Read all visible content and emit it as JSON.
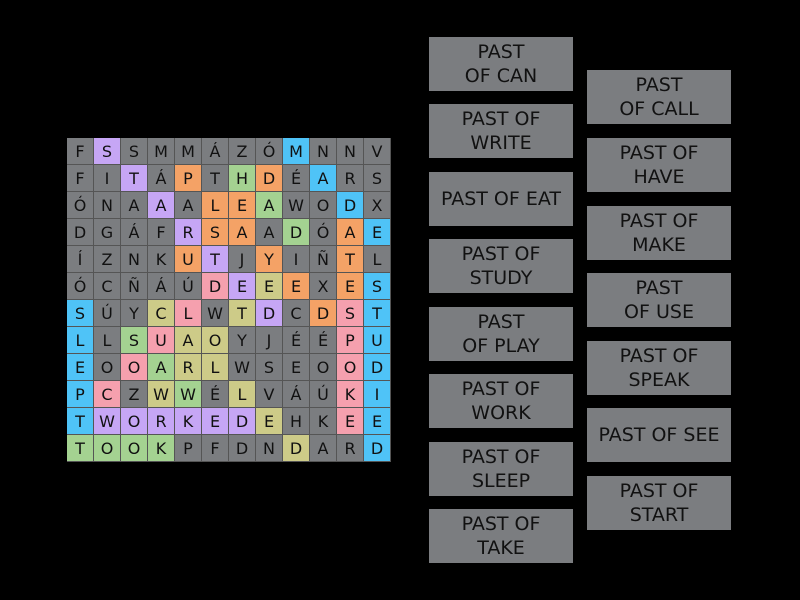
{
  "grid": {
    "rows": [
      [
        "F",
        "S",
        "S",
        "M",
        "M",
        "Á",
        "Z",
        "Ó",
        "M",
        "N",
        "N",
        "V"
      ],
      [
        "F",
        "I",
        "T",
        "Á",
        "P",
        "T",
        "H",
        "D",
        "É",
        "A",
        "R",
        "S"
      ],
      [
        "Ó",
        "N",
        "A",
        "A",
        "A",
        "L",
        "E",
        "A",
        "W",
        "O",
        "D",
        "X"
      ],
      [
        "D",
        "G",
        "Á",
        "F",
        "R",
        "S",
        "A",
        "A",
        "D",
        "Ó",
        "A",
        "E"
      ],
      [
        "Í",
        "Z",
        "N",
        "K",
        "U",
        "T",
        "J",
        "Y",
        "I",
        "Ñ",
        "T",
        "L"
      ],
      [
        "Ó",
        "C",
        "Ñ",
        "Á",
        "Ú",
        "D",
        "E",
        "E",
        "E",
        "X",
        "E",
        "S"
      ],
      [
        "S",
        "Ú",
        "Y",
        "C",
        "L",
        "W",
        "T",
        "D",
        "C",
        "D",
        "S",
        "T"
      ],
      [
        "L",
        "L",
        "S",
        "U",
        "A",
        "O",
        "Y",
        "J",
        "É",
        "É",
        "P",
        "U"
      ],
      [
        "E",
        "O",
        "O",
        "A",
        "R",
        "L",
        "W",
        "S",
        "E",
        "O",
        "O",
        "D"
      ],
      [
        "P",
        "C",
        "Z",
        "W",
        "W",
        "É",
        "L",
        "V",
        "Á",
        "Ú",
        "K",
        "I"
      ],
      [
        "T",
        "W",
        "O",
        "R",
        "K",
        "E",
        "D",
        "E",
        "H",
        "K",
        "E",
        "E"
      ],
      [
        "T",
        "O",
        "O",
        "K",
        "P",
        "F",
        "D",
        "N",
        "D",
        "A",
        "R",
        "D"
      ]
    ],
    "colors": [
      [
        "g",
        "purple",
        "g",
        "g",
        "g",
        "g",
        "g",
        "g",
        "blue",
        "g",
        "g",
        "g"
      ],
      [
        "g",
        "g",
        "purple",
        "g",
        "orange",
        "g",
        "green",
        "orange",
        "g",
        "blue",
        "g",
        "g"
      ],
      [
        "g",
        "g",
        "g",
        "purple",
        "g",
        "orange",
        "orange",
        "green",
        "g",
        "g",
        "blue",
        "g"
      ],
      [
        "g",
        "g",
        "g",
        "g",
        "purple",
        "orange",
        "orange",
        "g",
        "green",
        "g",
        "orange",
        "blue"
      ],
      [
        "g",
        "g",
        "g",
        "g",
        "orange",
        "purple",
        "g",
        "orange",
        "g",
        "g",
        "orange",
        "g"
      ],
      [
        "g",
        "g",
        "g",
        "g",
        "g",
        "pink",
        "purple",
        "olive",
        "orange",
        "g",
        "orange",
        "blue"
      ],
      [
        "blue",
        "g",
        "g",
        "olive",
        "pink",
        "g",
        "olive",
        "purple",
        "g",
        "orange",
        "pink",
        "blue"
      ],
      [
        "blue",
        "g",
        "green",
        "pink",
        "olive",
        "olive",
        "g",
        "g",
        "g",
        "g",
        "pink",
        "blue"
      ],
      [
        "blue",
        "g",
        "pink",
        "green",
        "olive",
        "olive",
        "g",
        "g",
        "g",
        "g",
        "pink",
        "blue"
      ],
      [
        "blue",
        "pink",
        "g",
        "olive",
        "green",
        "g",
        "olive",
        "g",
        "g",
        "g",
        "pink",
        "blue"
      ],
      [
        "blue",
        "purple",
        "purple",
        "purple",
        "purple",
        "purple",
        "purple",
        "olive",
        "g",
        "g",
        "pink",
        "blue"
      ],
      [
        "green",
        "green",
        "green",
        "green",
        "g",
        "g",
        "g",
        "g",
        "olive",
        "g",
        "g",
        "blue"
      ]
    ]
  },
  "words_left": [
    {
      "lines": [
        "PAST",
        "OF CAN"
      ]
    },
    {
      "lines": [
        "PAST OF",
        "WRITE"
      ]
    },
    {
      "lines": [
        "PAST OF EAT"
      ]
    },
    {
      "lines": [
        "PAST OF",
        "STUDY"
      ]
    },
    {
      "lines": [
        "PAST",
        "OF PLAY"
      ]
    },
    {
      "lines": [
        "PAST OF",
        "WORK"
      ]
    },
    {
      "lines": [
        "PAST OF",
        "SLEEP"
      ]
    },
    {
      "lines": [
        "PAST OF",
        "TAKE"
      ]
    }
  ],
  "words_right": [
    {
      "lines": [
        "PAST",
        "OF CALL"
      ]
    },
    {
      "lines": [
        "PAST OF",
        "HAVE"
      ]
    },
    {
      "lines": [
        "PAST OF",
        "MAKE"
      ]
    },
    {
      "lines": [
        "PAST",
        "OF USE"
      ]
    },
    {
      "lines": [
        "PAST OF",
        "SPEAK"
      ]
    },
    {
      "lines": [
        "PAST OF SEE"
      ]
    },
    {
      "lines": [
        "PAST OF",
        "START"
      ]
    }
  ],
  "palette": {
    "background": "#000000",
    "tile": "#7b7d80",
    "purple": "#c6a6f5",
    "orange": "#f4a266",
    "green": "#a4d291",
    "blue": "#4fc3f7",
    "pink": "#f5a0ae",
    "olive": "#cdcb88"
  }
}
